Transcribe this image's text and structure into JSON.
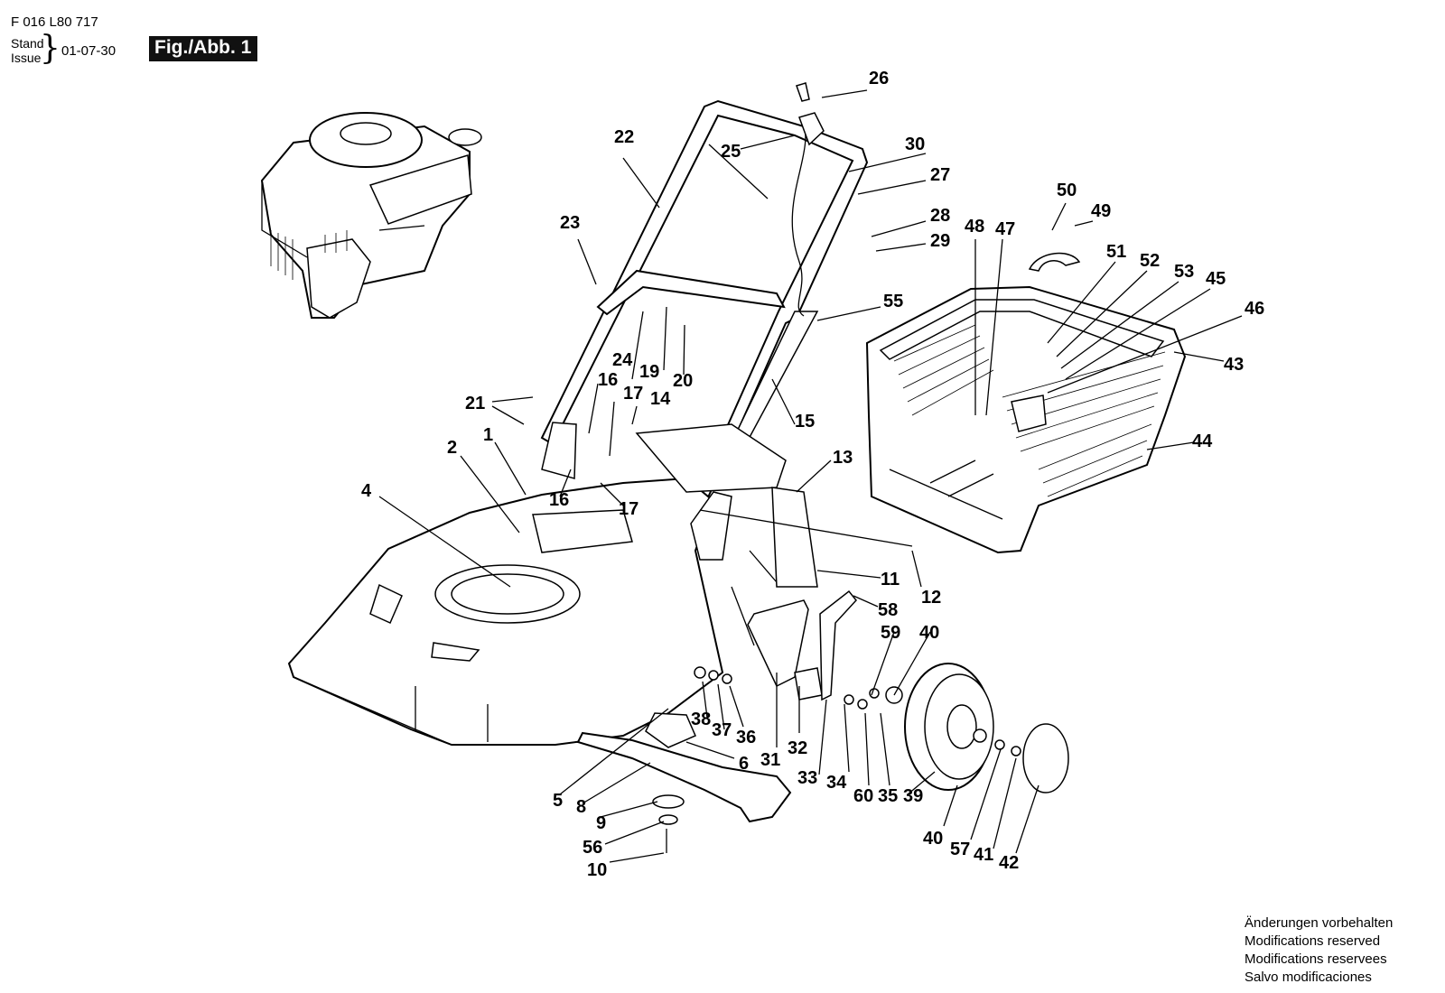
{
  "header": {
    "doc_number": "F 016 L80 717",
    "stand_label": "Stand",
    "issue_label": "Issue",
    "brace": "}",
    "issue_date": "01-07-30",
    "figure_label": "Fig./Abb. 1"
  },
  "footer": {
    "notes": [
      "Änderungen vorbehalten",
      "Modifications reserved",
      "Modifications reservees",
      "Salvo modificaciones"
    ]
  },
  "diagram": {
    "part_numbers": [
      "26",
      "22",
      "25",
      "30",
      "27",
      "23",
      "28",
      "29",
      "50",
      "49",
      "48",
      "47",
      "51",
      "52",
      "53",
      "45",
      "46",
      "55",
      "43",
      "24",
      "19",
      "20",
      "16",
      "17",
      "14",
      "21",
      "15",
      "2",
      "1",
      "44",
      "13",
      "4",
      "16",
      "17",
      "11",
      "12",
      "58",
      "59",
      "40",
      "38",
      "37",
      "36",
      "31",
      "32",
      "6",
      "33",
      "34",
      "60",
      "35",
      "39",
      "5",
      "8",
      "9",
      "40",
      "57",
      "41",
      "42",
      "56",
      "10"
    ]
  }
}
